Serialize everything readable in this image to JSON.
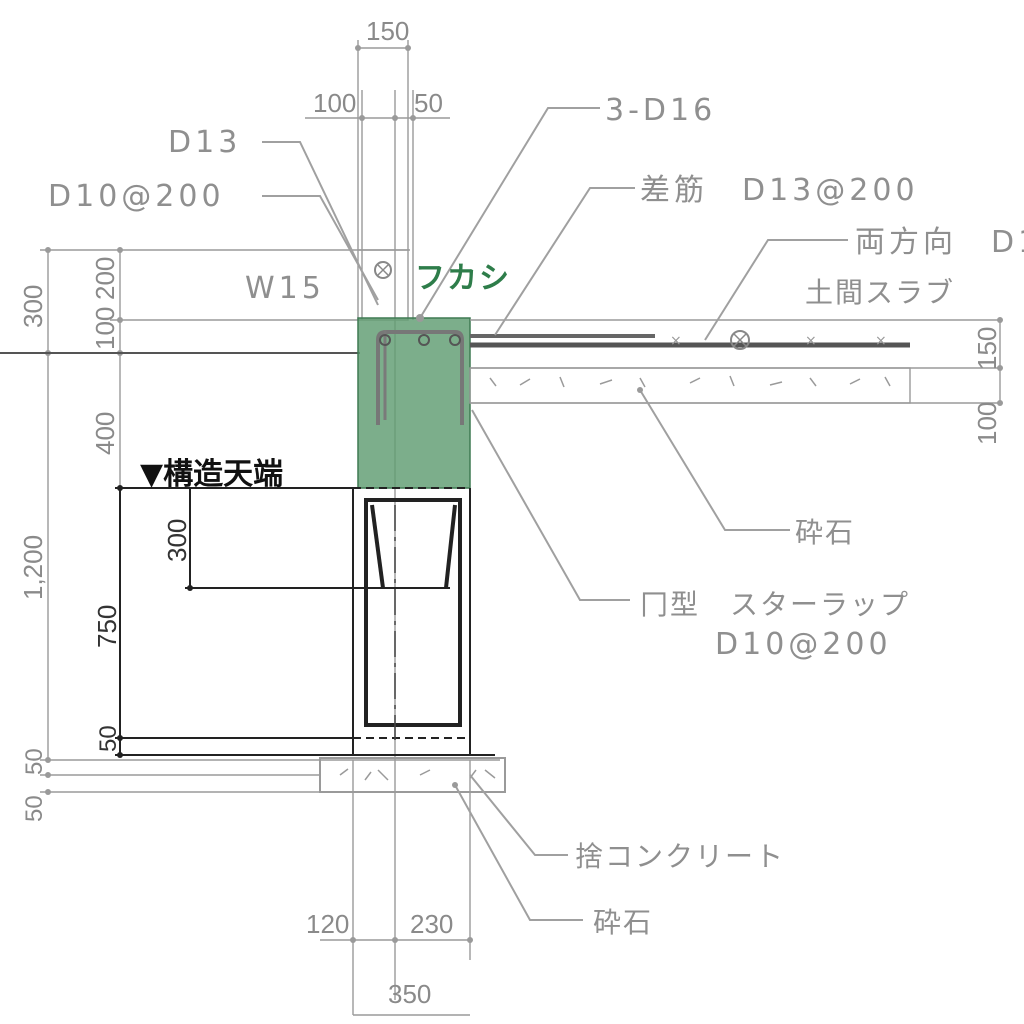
{
  "dimensions": {
    "top_total": "150",
    "top_left": "100",
    "top_right": "50",
    "left_300": "300",
    "left_200": "200",
    "left_100": "100",
    "left_400": "400",
    "left_1200": "1,200",
    "left_50a": "50",
    "left_50b": "50",
    "inner_300": "300",
    "inner_750": "750",
    "inner_50": "50",
    "right_150": "150",
    "right_100": "100",
    "bottom_120": "120",
    "bottom_230": "230",
    "bottom_350": "350"
  },
  "labels": {
    "rebar_3d16": "3-D16",
    "d13": "D13",
    "sashikin": "差筋　D13@200",
    "d10_200": "D10@200",
    "ryohoko": "両方向　D1",
    "w15": "W15",
    "fukashi": "フカシ",
    "doma_slab": "土間スラブ",
    "structure_top": "▼構造天端",
    "saiseki_1": "砕石",
    "stirrup_line1": "冂型　スターラップ",
    "stirrup_line2": "D10@200",
    "sute_concrete": "捨コンクリート",
    "saiseki_2": "砕石"
  },
  "colors": {
    "fukashi_fill": "#5f9c72",
    "fukashi_text": "#2e7d4a",
    "line_gray": "#9a9a9a",
    "line_black": "#222222"
  }
}
